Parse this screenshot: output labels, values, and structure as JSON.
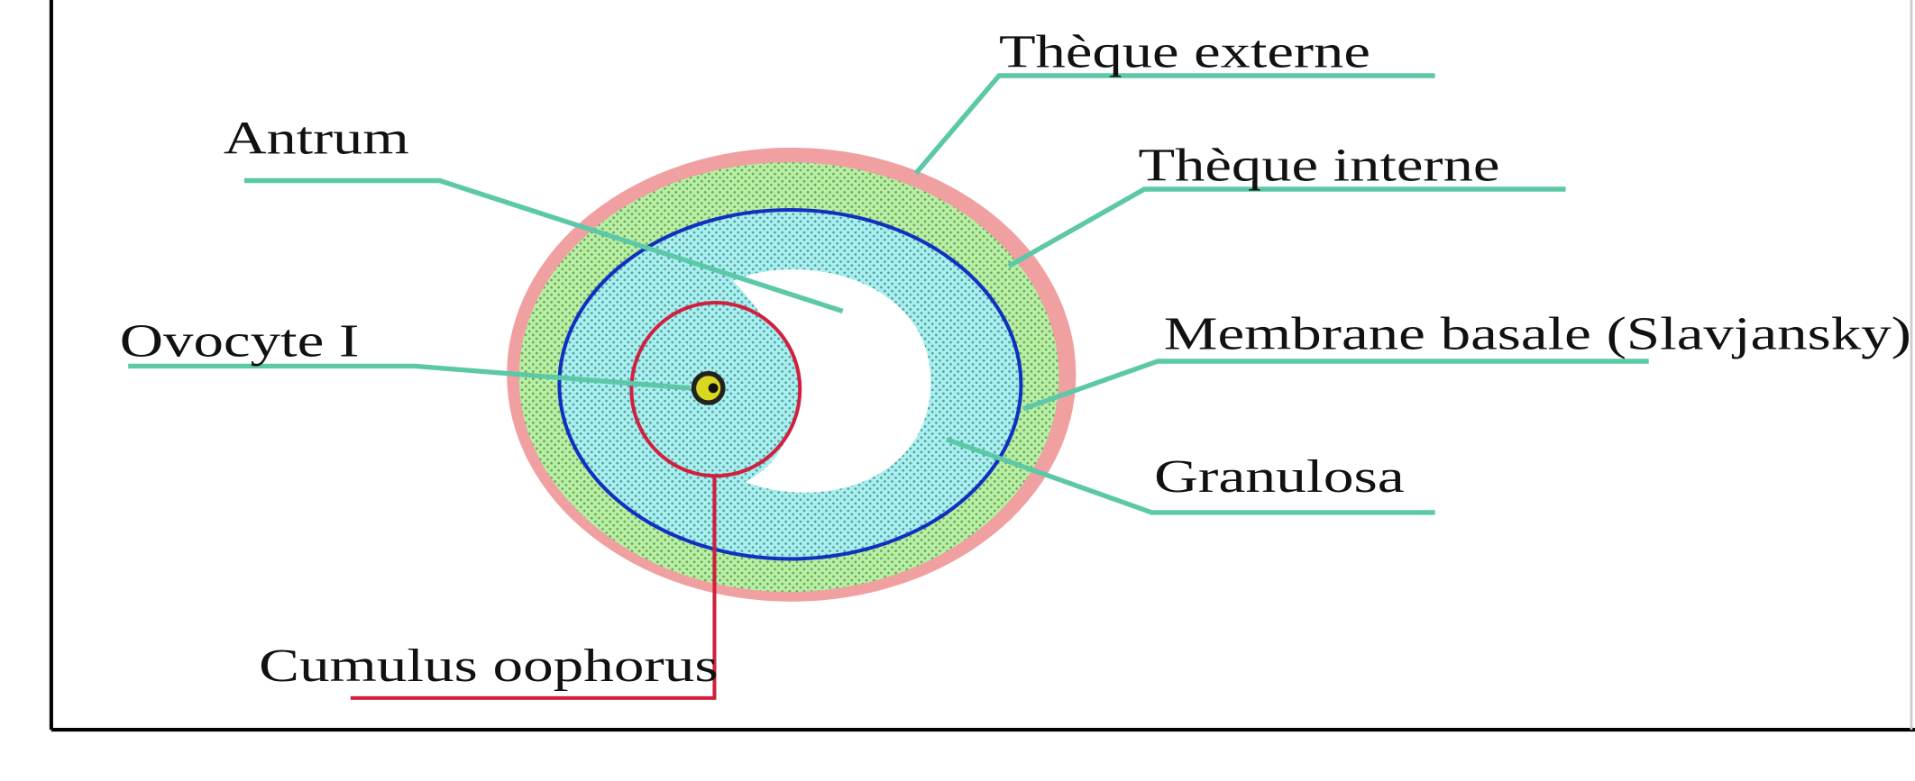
{
  "diagram": {
    "labels": {
      "theque_externe": "Thèque externe",
      "antrum": "Antrum",
      "theque_interne": "Thèque interne",
      "ovocyte": "Ovocyte I",
      "membrane_basale": "Membrane basale (Slavjansky)",
      "granulosa": "Granulosa",
      "cumulus": "Cumulus oophorus"
    },
    "colors": {
      "theque_externe": "#f0a0a0",
      "theque_interne": "#b8f0a8",
      "granulosa": "#a8f0f0",
      "membrane": "#1030c0",
      "cumulus": "#d02040",
      "leader": "#5cc8a8"
    }
  }
}
